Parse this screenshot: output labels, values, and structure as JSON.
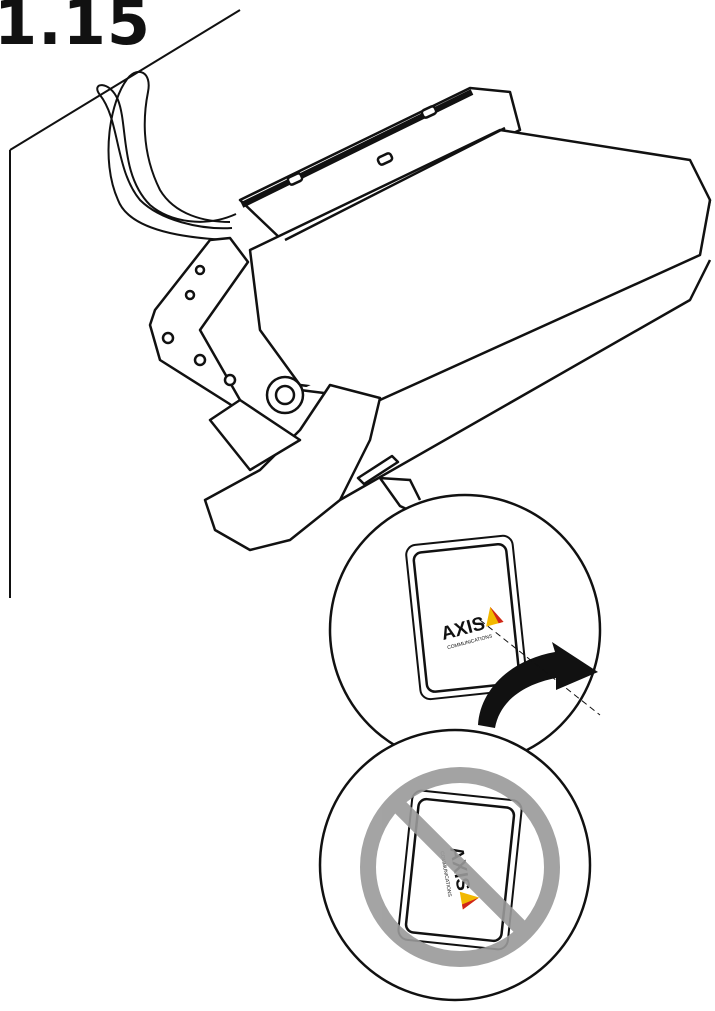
{
  "step": {
    "number": "1.15"
  },
  "brand": {
    "logo_text": "AXIS",
    "logo_subtext": "COMMUNICATIONS",
    "logo_triangle_color": "#f2b800",
    "logo_triangle_accent": "#d0241b"
  },
  "colors": {
    "outline": "#111111",
    "prohibition_ring": "#9a9a9a",
    "rotate_arrow": "#111111"
  },
  "icons": {
    "rotate": "rotate-arrow-icon",
    "prohibited": "prohibition-icon"
  }
}
